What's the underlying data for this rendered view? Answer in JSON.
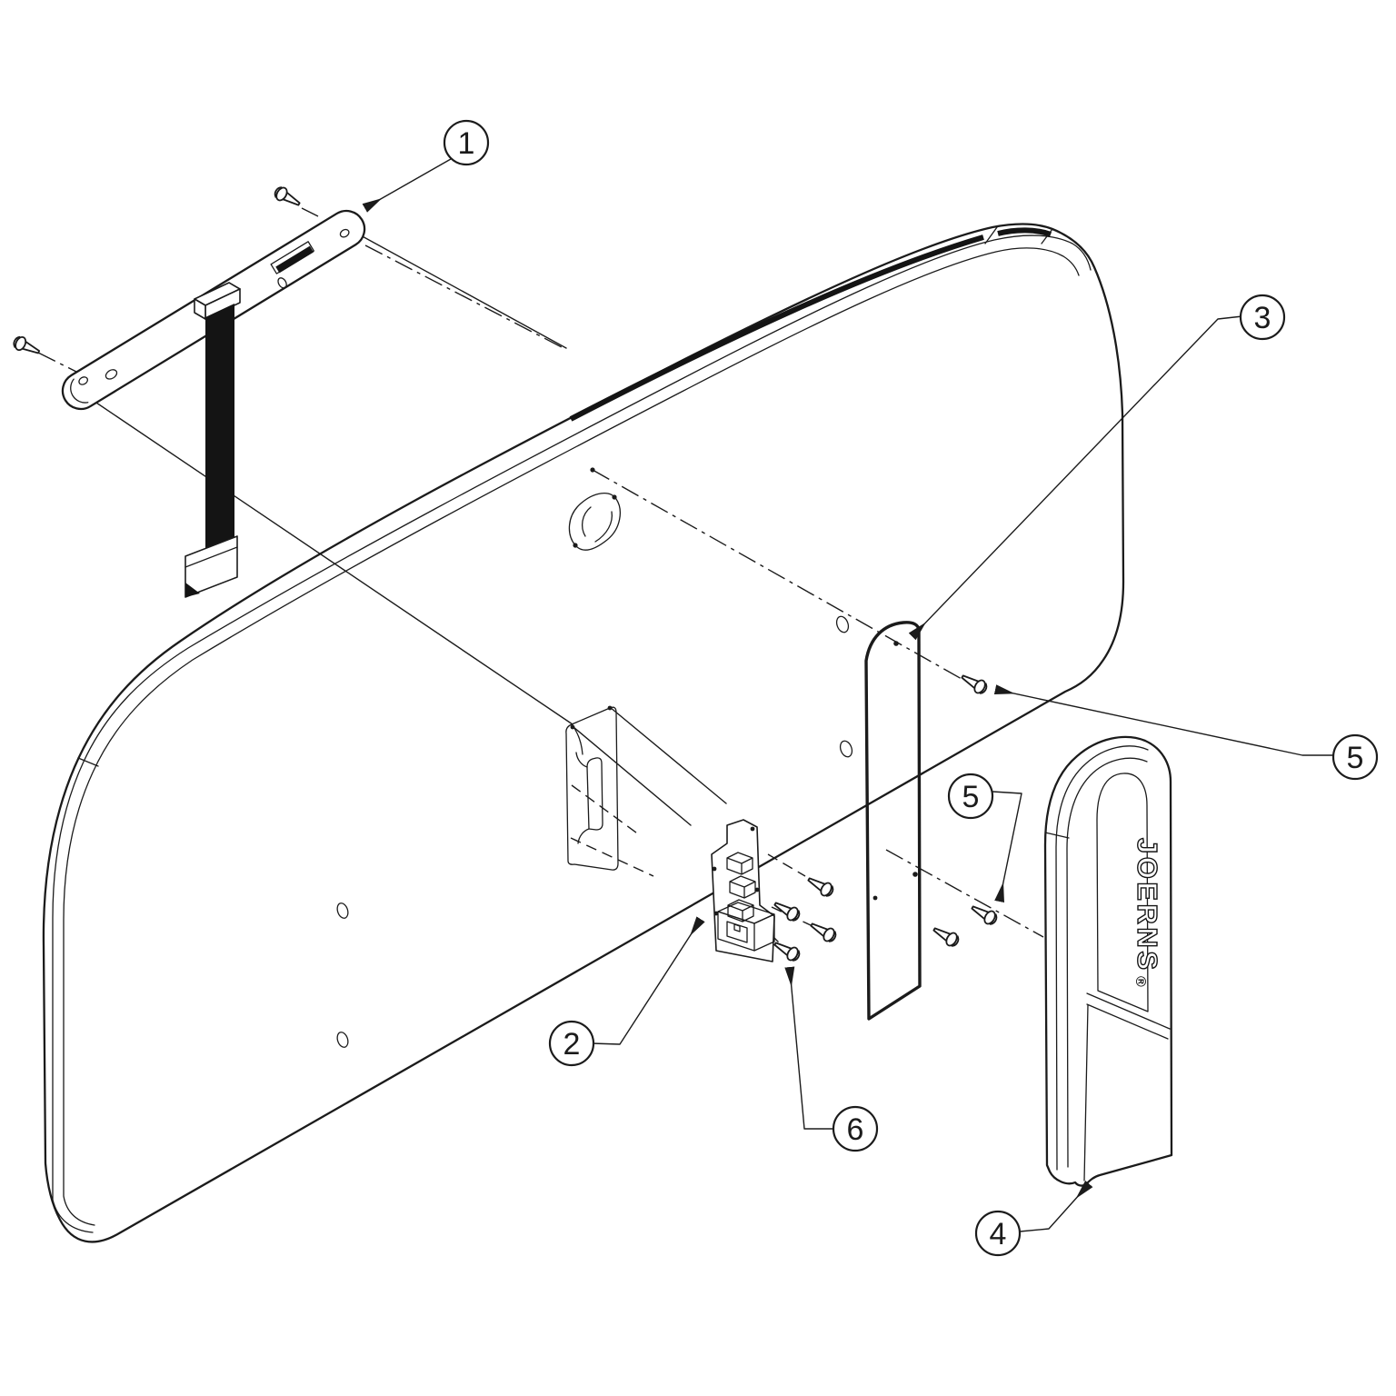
{
  "diagram": {
    "kind": "exploded-parts-diagram",
    "background_color": "#ffffff",
    "line_color": "#1b1b1b",
    "strap_color": "#141414"
  },
  "brand": {
    "logo_text": "JOERNS",
    "registered_mark": "®"
  },
  "callouts": [
    {
      "label": "1"
    },
    {
      "label": "2"
    },
    {
      "label": "3"
    },
    {
      "label": "4"
    },
    {
      "label": "5"
    },
    {
      "label": "5"
    },
    {
      "label": "6"
    }
  ]
}
